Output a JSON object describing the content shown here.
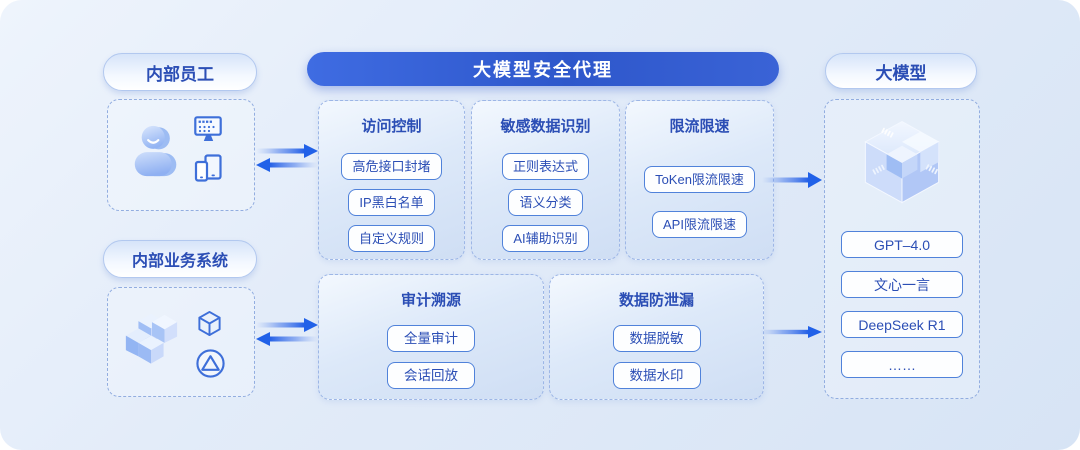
{
  "theme": {
    "accent_blue": "#2e57cb",
    "text_blue": "#2b4eb5",
    "chip_border": "#5082da",
    "dashed_border": "#92ade0",
    "arrow_blue": "#1c5ae6",
    "canvas_bg": "#dde9f8",
    "banner_gradient": [
      "#3f6ce2",
      "#2e57cb",
      "#3a63d6"
    ]
  },
  "left_panel": {
    "employees": {
      "label": "内部员工",
      "icons": [
        "user-icon",
        "monitor-icon",
        "devices-icon"
      ]
    },
    "systems": {
      "label": "内部业务系统",
      "icons": [
        "cubes-icon",
        "hexagon-box-icon",
        "triangle-circle-icon"
      ]
    }
  },
  "proxy": {
    "title": "大模型安全代理",
    "modules": [
      {
        "title": "访问控制",
        "items": [
          "高危接口封堵",
          "IP黑白名单",
          "自定义规则"
        ]
      },
      {
        "title": "敏感数据识别",
        "items": [
          "正则表达式",
          "语义分类",
          "AI辅助识别"
        ]
      },
      {
        "title": "限流限速",
        "items": [
          "ToKen限流限速",
          "API限流限速"
        ]
      },
      {
        "title": "审计溯源",
        "items": [
          "全量审计",
          "会话回放"
        ]
      },
      {
        "title": "数据防泄漏",
        "items": [
          "数据脱敏",
          "数据水印"
        ]
      }
    ]
  },
  "models_panel": {
    "label": "大模型",
    "model_icon": "ai-cube-icon",
    "models": [
      "GPT–4.0",
      "文心一言",
      "DeepSeek R1",
      "……"
    ]
  }
}
